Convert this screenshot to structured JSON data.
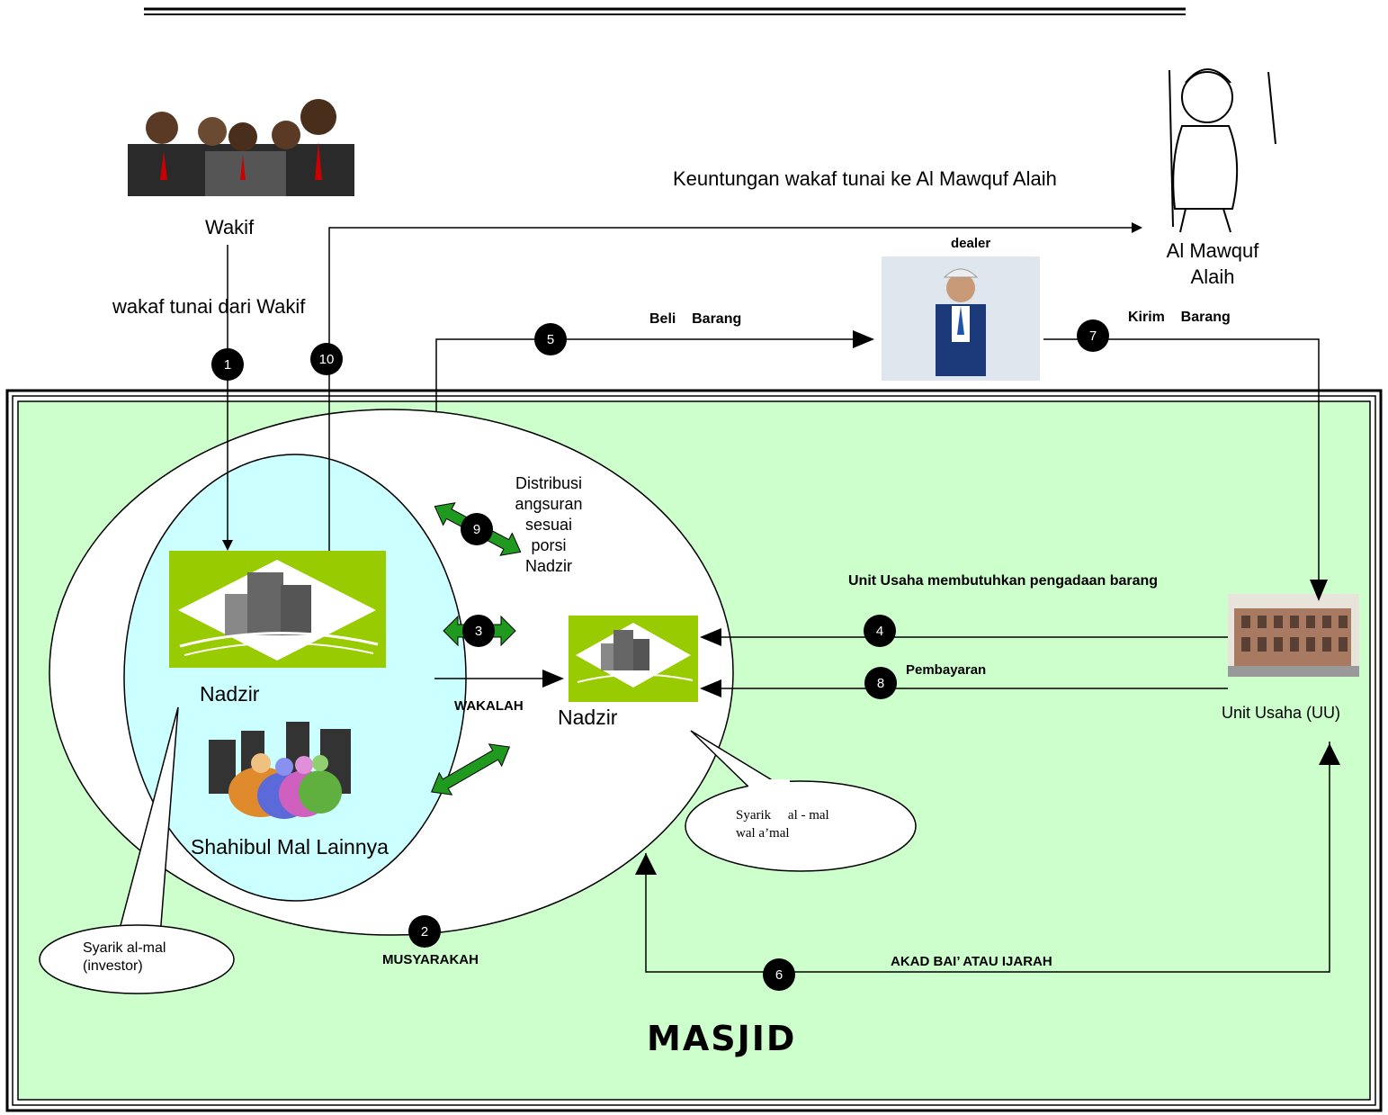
{
  "people": {
    "wakif": "Wakif",
    "al_mawquf_alaih": "Al Mawquf\nAlaih",
    "dealer": "dealer",
    "unit_usaha": "Unit Usaha (UU)",
    "nadzir_left": "Nadzir",
    "nadzir_center": "Nadzir",
    "shahibul_mal": "Shahibul Mal Lainnya"
  },
  "flows": {
    "keuntungan": "Keuntungan wakaf tunai ke Al Mawquf Alaih",
    "wakaf_tunai": "wakaf tunai dari Wakif",
    "beli_barang": "Beli    Barang",
    "kirim_barang": "Kirim    Barang",
    "unit_usaha_butuh": "Unit Usaha membutuhkan pengadaan barang",
    "pembayaran": "Pembayaran",
    "wakalah": "WAKALAH",
    "musyarakah": "MUSYARAKAH",
    "akad": "AKAD BAI’ ATAU IJARAH",
    "distribusi": "Distribusi\nangsuran\nsesuai\nporsi\nNadzir"
  },
  "callouts": {
    "syarik_investor": "Syarik al-mal\n(investor)",
    "syarik_amal": "Syarik     al - mal\nwal a’mal"
  },
  "steps": [
    "1",
    "2",
    "3",
    "4",
    "5",
    "6",
    "7",
    "8",
    "9",
    "10"
  ],
  "region_title": "MASJID",
  "colors": {
    "masjid_fill": "#ccffcc",
    "inner_ellipse_fill": "#ccffff",
    "arrow_green": "#1f9a1f",
    "nadzir_icon_bg": "#99cc00"
  }
}
